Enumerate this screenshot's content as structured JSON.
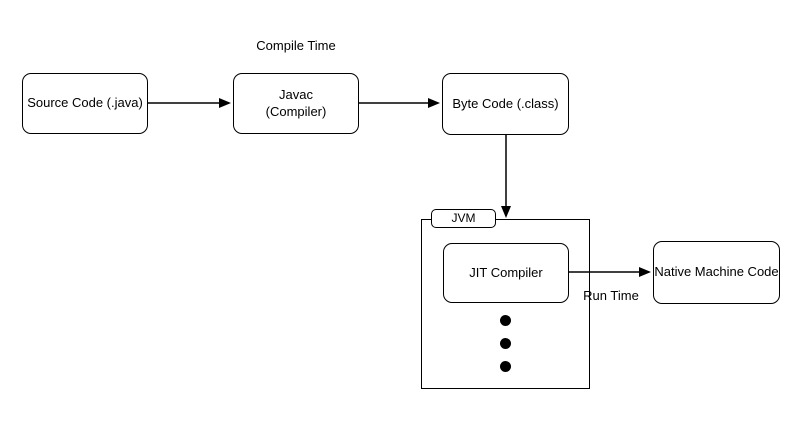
{
  "labels": {
    "compile_time": "Compile Time",
    "run_time": "Run Time"
  },
  "nodes": {
    "source_code": "Source Code (.java)",
    "javac": "Javac\n(Compiler)",
    "byte_code": "Byte Code (.class)",
    "jvm": "JVM",
    "jit_compiler": "JIT Compiler",
    "native_machine_code": "Native Machine Code"
  },
  "colors": {
    "background": "#ffffff",
    "stroke": "#000000",
    "text": "#000000",
    "node_fill": "#ffffff"
  }
}
